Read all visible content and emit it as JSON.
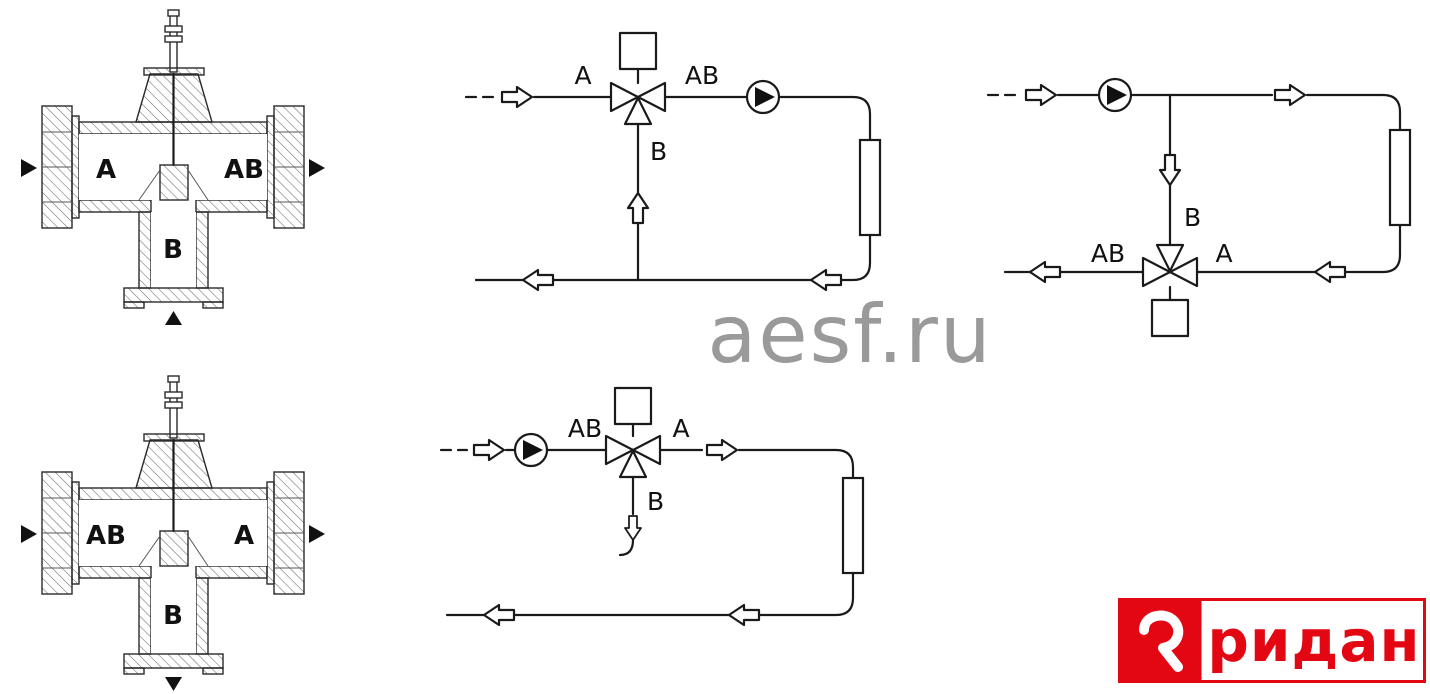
{
  "colors": {
    "line": "#1a1a1a",
    "watermark": "#9a9a9a",
    "brand_red": "#e30613"
  },
  "watermark": {
    "text": "aesf.ru"
  },
  "brand": {
    "name": "ридан"
  },
  "valve_sections": {
    "top": {
      "left_port": "A",
      "right_port": "AB",
      "bottom_port": "B"
    },
    "bottom": {
      "left_port": "AB",
      "right_port": "A",
      "bottom_port": "B"
    }
  },
  "schematics": {
    "mixing": {
      "left_port": "A",
      "right_port": "AB",
      "branch_port": "B"
    },
    "diverting_return": {
      "left_port": "AB",
      "right_port": "A",
      "branch_port": "B"
    },
    "diverting_supply": {
      "left_port": "AB",
      "right_port": "A",
      "branch_port": "B"
    }
  }
}
